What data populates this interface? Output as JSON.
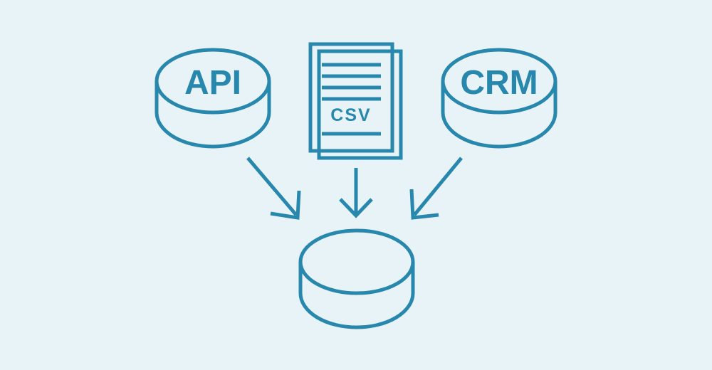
{
  "diagram": {
    "sources": {
      "api": {
        "label": "API"
      },
      "csv": {
        "label": "CSV"
      },
      "crm": {
        "label": "CRM"
      }
    }
  },
  "colors": {
    "background": "#e8f3f7",
    "stroke": "#2787ad",
    "fill": "#ffffff",
    "text": "#2787ad"
  },
  "icons": [
    "database-icon",
    "document-stack-icon",
    "arrow-down-icon",
    "arrow-down-right-icon",
    "arrow-down-left-icon"
  ]
}
